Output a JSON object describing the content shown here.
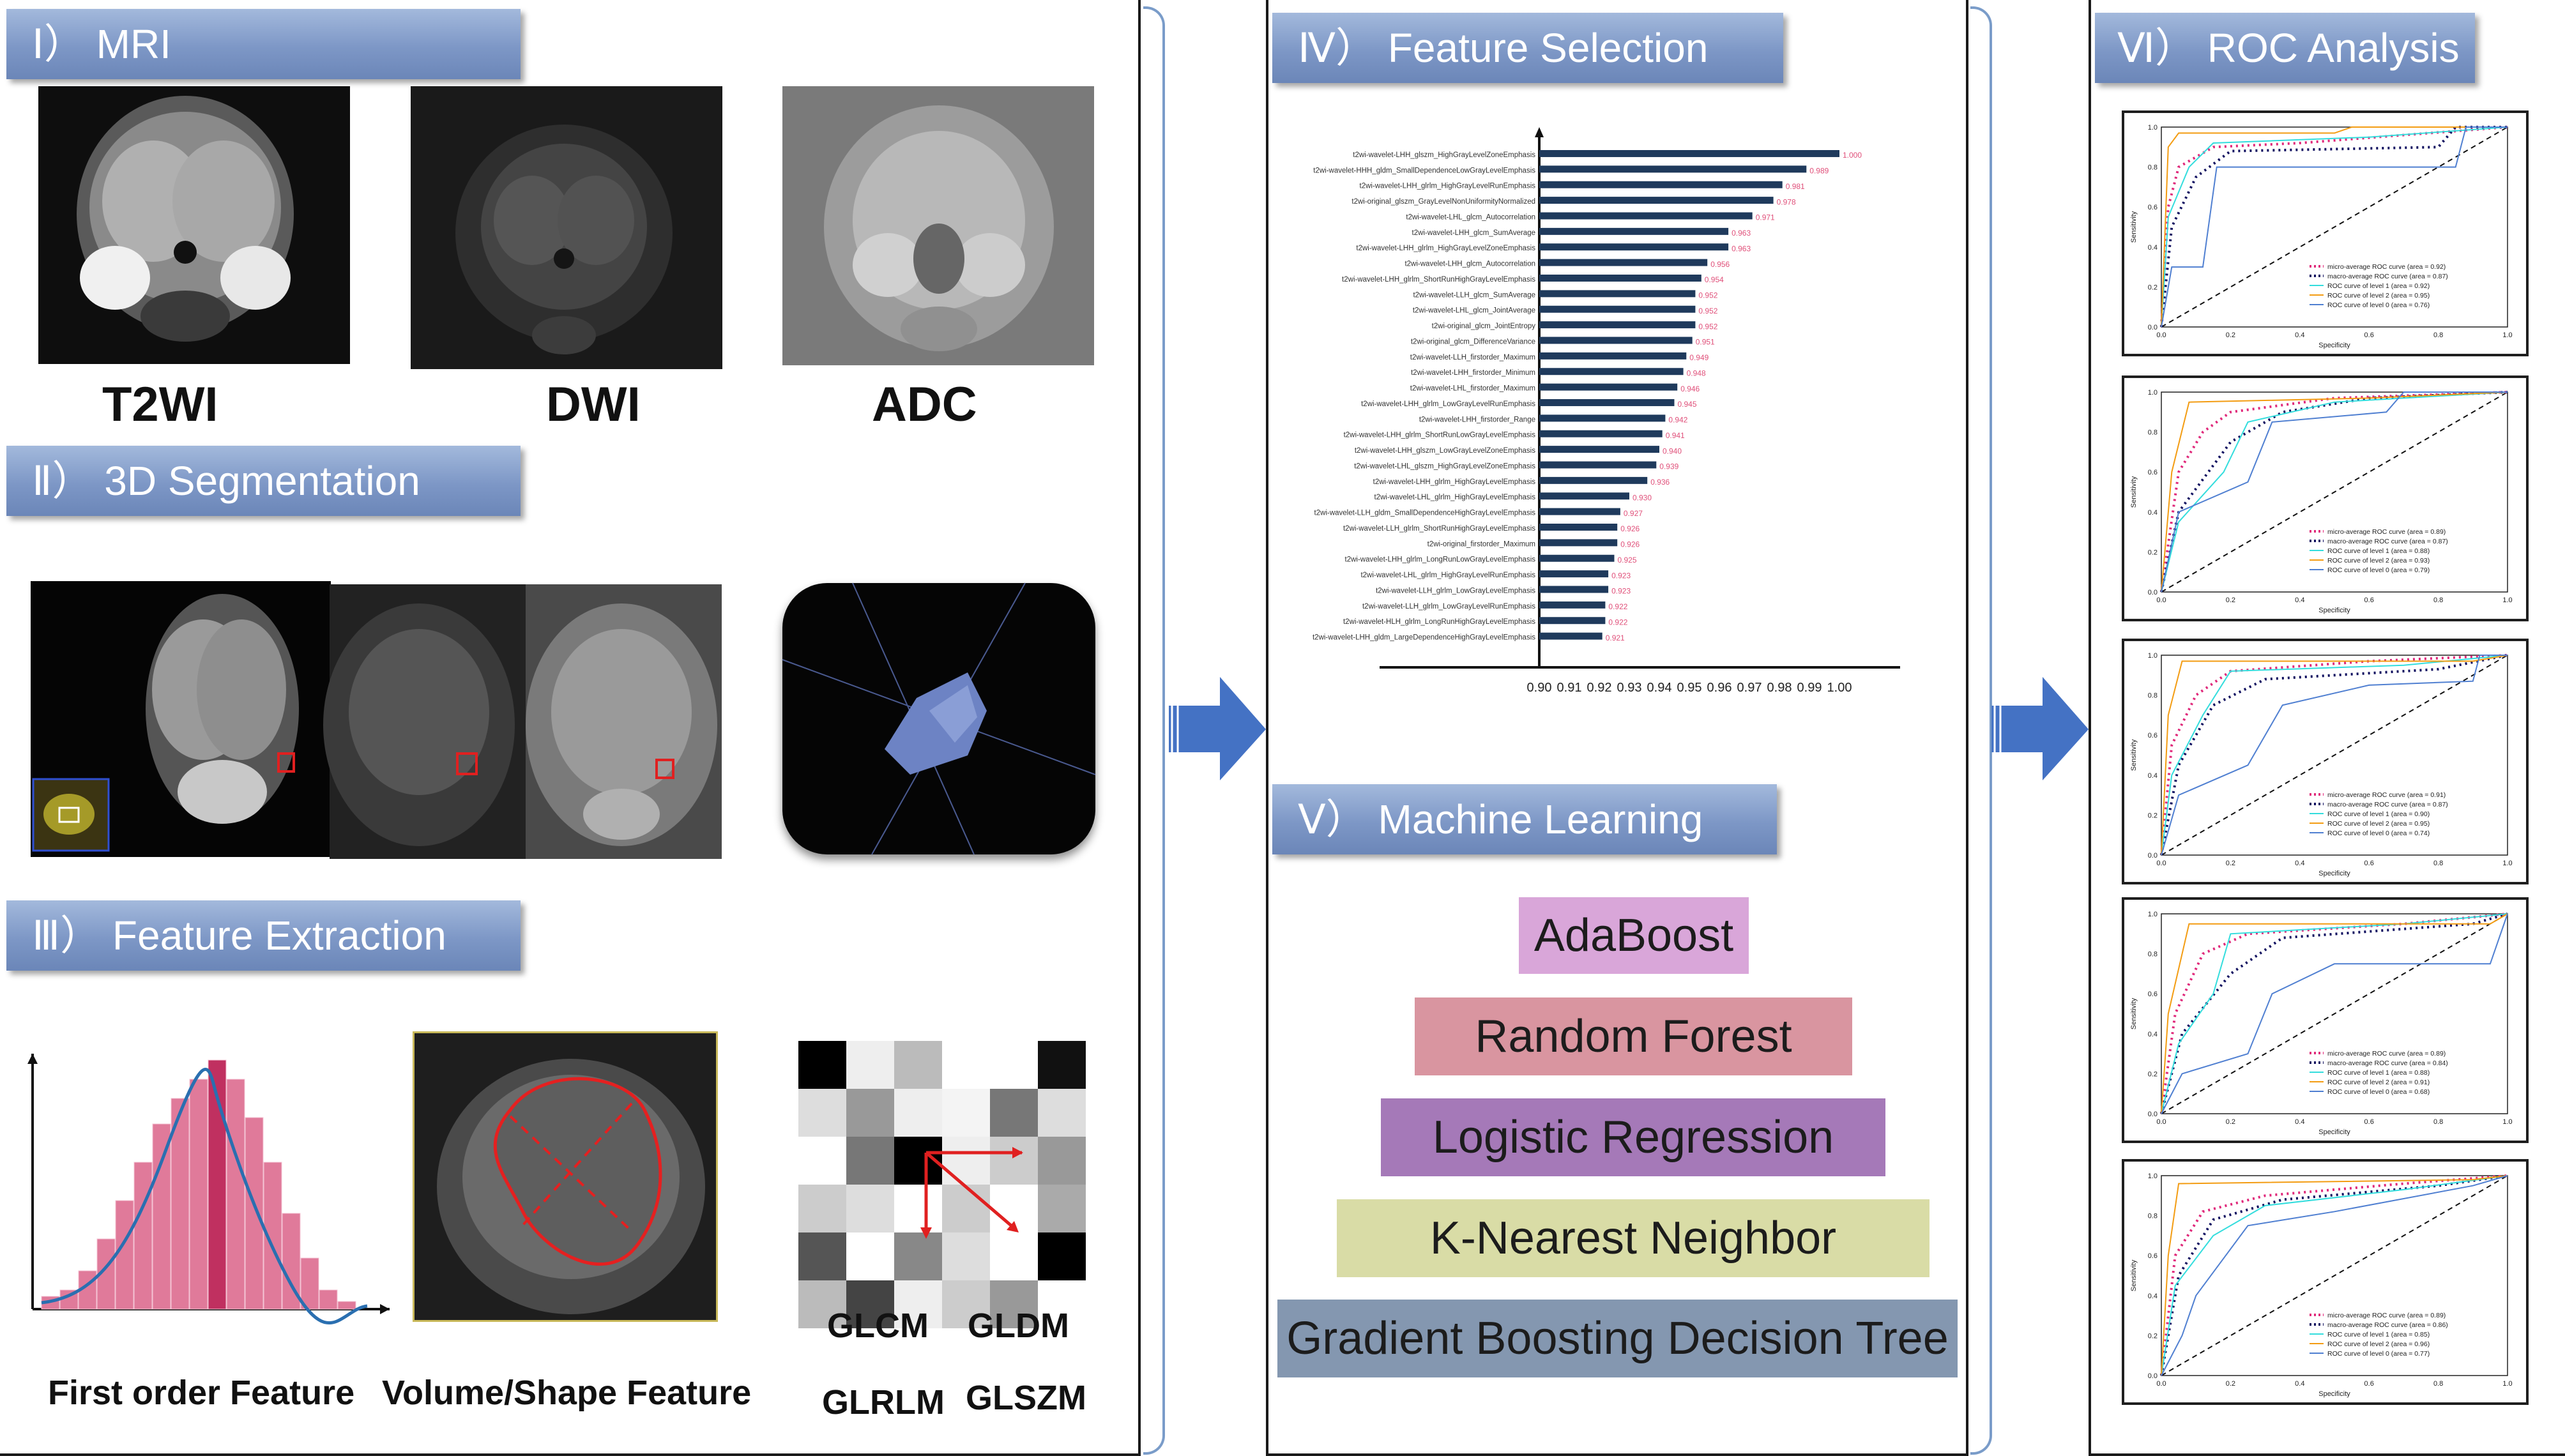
{
  "sections": {
    "mri": "Ⅰ） MRI",
    "segmentation": "Ⅱ） 3D Segmentation",
    "extraction": "Ⅲ） Feature Extraction",
    "selection": "Ⅳ） Feature Selection",
    "ml": "Ⅴ） Machine Learning",
    "roc": "Ⅵ） ROC Analysis"
  },
  "mri_labels": [
    "T2WI",
    "DWI",
    "ADC"
  ],
  "extraction_labels": {
    "first_order": "First order Feature",
    "shape": "Volume/Shape Feature",
    "glcm": "GLCM",
    "gldm": "GLDM",
    "glrlm": "GLRLM",
    "glszm": "GLSZM"
  },
  "ml_models": [
    {
      "name": "AdaBoost",
      "color": "#d9a6d9"
    },
    {
      "name": "Random Forest",
      "color": "#d995a0"
    },
    {
      "name": "Logistic Regression",
      "color": "#a579b8"
    },
    {
      "name": "K-Nearest Neighbor",
      "color": "#d9dca6"
    },
    {
      "name": "Gradient Boosting Decision Tree",
      "color": "#8497b0"
    }
  ],
  "chart_data": {
    "type": "bar",
    "orientation": "horizontal",
    "xlim": [
      0.9,
      1.0
    ],
    "x_ticks": [
      "0.90",
      "0.91",
      "0.92",
      "0.93",
      "0.94",
      "0.95",
      "0.96",
      "0.97",
      "0.98",
      "0.99",
      "1.00"
    ],
    "categories": [
      "t2wi-wavelet-LHH_glszm_HighGrayLevelZoneEmphasis",
      "t2wi-wavelet-HHH_gldm_SmallDependenceLowGrayLevelEmphasis",
      "t2wi-wavelet-LHH_glrlm_HighGrayLevelRunEmphasis",
      "t2wi-original_glszm_GrayLevelNonUniformityNormalized",
      "t2wi-wavelet-LHL_glcm_Autocorrelation",
      "t2wi-wavelet-LHH_glcm_SumAverage",
      "t2wi-wavelet-LHH_glrlm_HighGrayLevelZoneEmphasis",
      "t2wi-wavelet-LHH_glcm_Autocorrelation",
      "t2wi-wavelet-LHH_glrlm_ShortRunHighGrayLevelEmphasis",
      "t2wi-wavelet-LLH_glcm_SumAverage",
      "t2wi-wavelet-LHL_glcm_JointAverage",
      "t2wi-original_glcm_JointEntropy",
      "t2wi-original_glcm_DifferenceVariance",
      "t2wi-wavelet-LLH_firstorder_Maximum",
      "t2wi-wavelet-LHH_firstorder_Minimum",
      "t2wi-wavelet-LHL_firstorder_Maximum",
      "t2wi-wavelet-LHH_glrlm_LowGrayLevelRunEmphasis",
      "t2wi-wavelet-LHH_firstorder_Range",
      "t2wi-wavelet-LHH_glrlm_ShortRunLowGrayLevelEmphasis",
      "t2wi-wavelet-LHH_glszm_LowGrayLevelZoneEmphasis",
      "t2wi-wavelet-LHL_glszm_HighGrayLevelZoneEmphasis",
      "t2wi-wavelet-LHH_glrlm_HighGrayLevelEmphasis",
      "t2wi-wavelet-LHL_glrlm_HighGrayLevelEmphasis",
      "t2wi-wavelet-LLH_gldm_SmallDependenceHighGrayLevelEmphasis",
      "t2wi-wavelet-LLH_glrlm_ShortRunHighGrayLevelEmphasis",
      "t2wi-original_firstorder_Maximum",
      "t2wi-wavelet-LHH_glrlm_LongRunLowGrayLevelEmphasis",
      "t2wi-wavelet-LHL_glrlm_HighGrayLevelRunEmphasis",
      "t2wi-wavelet-LLH_glrlm_LowGrayLevelEmphasis",
      "t2wi-wavelet-LLH_glrlm_LowGrayLevelRunEmphasis",
      "t2wi-wavelet-HLH_glrlm_LongRunHighGrayLevelEmphasis",
      "t2wi-wavelet-LHH_gldm_LargeDependenceHighGrayLevelEmphasis"
    ],
    "values": [
      1.0,
      0.989,
      0.981,
      0.978,
      0.971,
      0.963,
      0.963,
      0.956,
      0.954,
      0.952,
      0.952,
      0.952,
      0.951,
      0.949,
      0.948,
      0.946,
      0.945,
      0.942,
      0.941,
      0.94,
      0.939,
      0.936,
      0.93,
      0.927,
      0.926,
      0.926,
      0.925,
      0.923,
      0.923,
      0.922,
      0.922,
      0.921
    ],
    "value_labels": [
      "1.000",
      "0.989",
      "0.981",
      "0.978",
      "0.971",
      "0.963",
      "0.963",
      "0.956",
      "0.954",
      "0.952",
      "0.952",
      "0.952",
      "0.951",
      "0.949",
      "0.948",
      "0.946",
      "0.945",
      "0.942",
      "0.941",
      "0.940",
      "0.939",
      "0.936",
      "0.930",
      "0.927",
      "0.926",
      "0.926",
      "0.925",
      "0.923",
      "0.923",
      "0.922",
      "0.922",
      "0.921"
    ],
    "bar_color": "#1f3a5c",
    "label_color": "#e0507a"
  },
  "roc_charts": [
    {
      "legend": [
        "micro-average ROC curve (area = 0.92)",
        "macro-average ROC curve (area = 0.87)",
        "ROC curve of level 1 (area = 0.92)",
        "ROC curve of level 2 (area = 0.95)",
        "ROC curve of level 0 (area = 0.76)"
      ]
    },
    {
      "legend": [
        "micro-average ROC curve (area = 0.89)",
        "macro-average ROC curve (area = 0.87)",
        "ROC curve of level 1 (area = 0.88)",
        "ROC curve of level 2 (area = 0.93)",
        "ROC curve of level 0 (area = 0.79)"
      ]
    },
    {
      "legend": [
        "micro-average ROC curve (area = 0.91)",
        "macro-average ROC curve (area = 0.87)",
        "ROC curve of level 1 (area = 0.90)",
        "ROC curve of level 2 (area = 0.95)",
        "ROC curve of level 0 (area = 0.74)"
      ]
    },
    {
      "legend": [
        "micro-average ROC curve (area = 0.89)",
        "macro-average ROC curve (area = 0.84)",
        "ROC curve of level 1 (area = 0.88)",
        "ROC curve of level 2 (area = 0.91)",
        "ROC curve of level 0 (area = 0.68)"
      ]
    },
    {
      "legend": [
        "micro-average ROC curve (area = 0.89)",
        "macro-average ROC curve (area = 0.86)",
        "ROC curve of level 1 (area = 0.85)",
        "ROC curve of level 2 (area = 0.96)",
        "ROC curve of level 0 (area = 0.77)"
      ]
    }
  ],
  "roc_axis": {
    "xlabel": "Specificity",
    "ylabel": "Sensitivity",
    "ticks": [
      "0.0",
      "0.2",
      "0.4",
      "0.6",
      "0.8",
      "1.0"
    ]
  },
  "roc_colors": {
    "micro": "#e0287a",
    "macro": "#101060",
    "level1": "#33dddd",
    "level2": "#f39c12",
    "level0": "#4f7fd1"
  }
}
